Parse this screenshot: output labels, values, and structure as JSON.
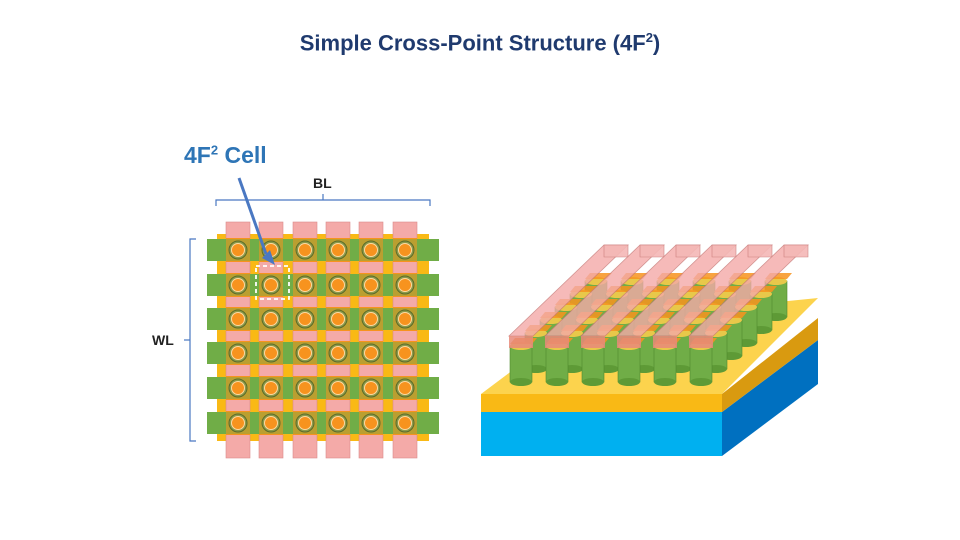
{
  "title": {
    "main": "Simple Cross-Point Structure (4F",
    "sup": "2",
    "tail": ")"
  },
  "cell_label": {
    "main": "4F",
    "sup": "2",
    "tail": " Cell"
  },
  "bl_label": "BL",
  "wl_label": "WL",
  "colors": {
    "substrate_yellow": "#f9b915",
    "bitline_pink": "#f4aaa8",
    "wordline_green": "#70ad47",
    "cell_orange": "#f7931e",
    "substrate_blue": "#00b0f0",
    "substrate_blue_side": "#0070c0",
    "arrow_blue": "#4a78c2"
  }
}
